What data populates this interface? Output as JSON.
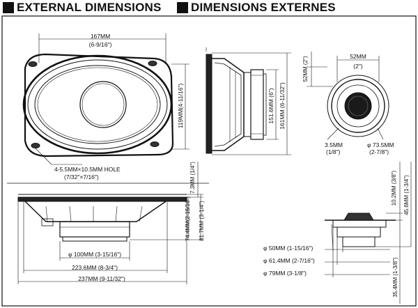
{
  "headings": {
    "english": "EXTERNAL DIMENSIONS",
    "french": "DIMENSIONS EXTERNES"
  },
  "front_view": {
    "width_mm": "167MM",
    "width_in": "(6-9/16\")",
    "height": "119MM(4-11/16\")",
    "hole_mm": "4-5.5MM×10.5MM HOLE",
    "hole_in": "(7/32\"×7/16\")"
  },
  "side_view": {
    "depth_a": "151.6MM (6\")",
    "depth_b": "161MM (6-11/32\")"
  },
  "tweeter_view": {
    "width_mm": "52MM",
    "width_in": "(2\")",
    "height": "52MM (2\")",
    "offset_mm": "3.5MM",
    "offset_in": "(1/8\")",
    "dia_mm": "φ 73.5MM",
    "dia_in": "(2-7/8\")"
  },
  "bottom_view": {
    "top_offset": "7.3MM (1/4\")",
    "mount_depth": "74.4MM(2-15/16\")",
    "total_depth": "81.7MM (3-1/4\")",
    "magnet_dia": "φ 100MM (3-15/16\")",
    "cutout_width": "223.6MM (8-3/4\")",
    "overall_width": "237MM (9-11/32\")"
  },
  "tweeter_side_view": {
    "top_depth": "10.2MM (3/8\")",
    "total_depth": "45.6MM (1-3/4\")",
    "bottom_depth": "35.4MM (1-3/8\")",
    "dia_a": "φ 50MM (1-15/16\")",
    "dia_b": "φ 61.4MM (2-7/16\")",
    "dia_c": "φ 79MM (3-1/8\")"
  }
}
